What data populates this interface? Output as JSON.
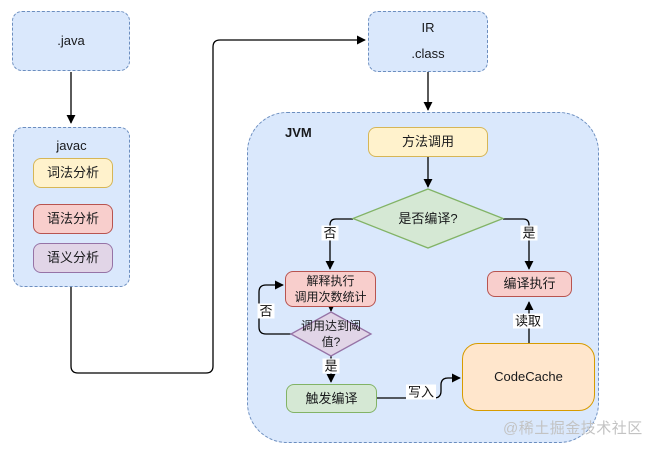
{
  "nodes": {
    "java_file": {
      "label": ".java"
    },
    "javac": {
      "label": "javac",
      "steps": [
        {
          "label": "词法分析"
        },
        {
          "label": "语法分析"
        },
        {
          "label": "语义分析"
        }
      ]
    },
    "ir": {
      "title": "IR",
      "label": ".class"
    },
    "jvm": {
      "label": "JVM"
    },
    "method_call": {
      "label": "方法调用"
    },
    "compile_decision": {
      "label": "是否编译?"
    },
    "interpret": {
      "label": "解释执行\n调用次数统计"
    },
    "threshold_decision": {
      "label": "调用达到阈\n值?"
    },
    "trigger_compile": {
      "label": "触发编译"
    },
    "code_cache": {
      "label": "CodeCache"
    },
    "compiled_exec": {
      "label": "编译执行"
    }
  },
  "edge_labels": {
    "compile_no": "否",
    "compile_yes": "是",
    "threshold_no": "否",
    "threshold_yes": "是",
    "write": "写入",
    "read": "读取"
  },
  "watermark": "@稀土掘金技术社区",
  "colors": {
    "blue_fill": "#dae8fc",
    "blue_stroke": "#6c8ebf",
    "yellow_fill": "#fff2cc",
    "yellow_stroke": "#d6b656",
    "red_fill": "#f8cecc",
    "red_stroke": "#b85450",
    "purple_fill": "#e1d5e7",
    "purple_stroke": "#9673a6",
    "green_fill": "#d5e8d4",
    "green_stroke": "#82b366",
    "orange_fill": "#ffe6cc",
    "orange_stroke": "#d79b00",
    "connector": "#000000"
  }
}
